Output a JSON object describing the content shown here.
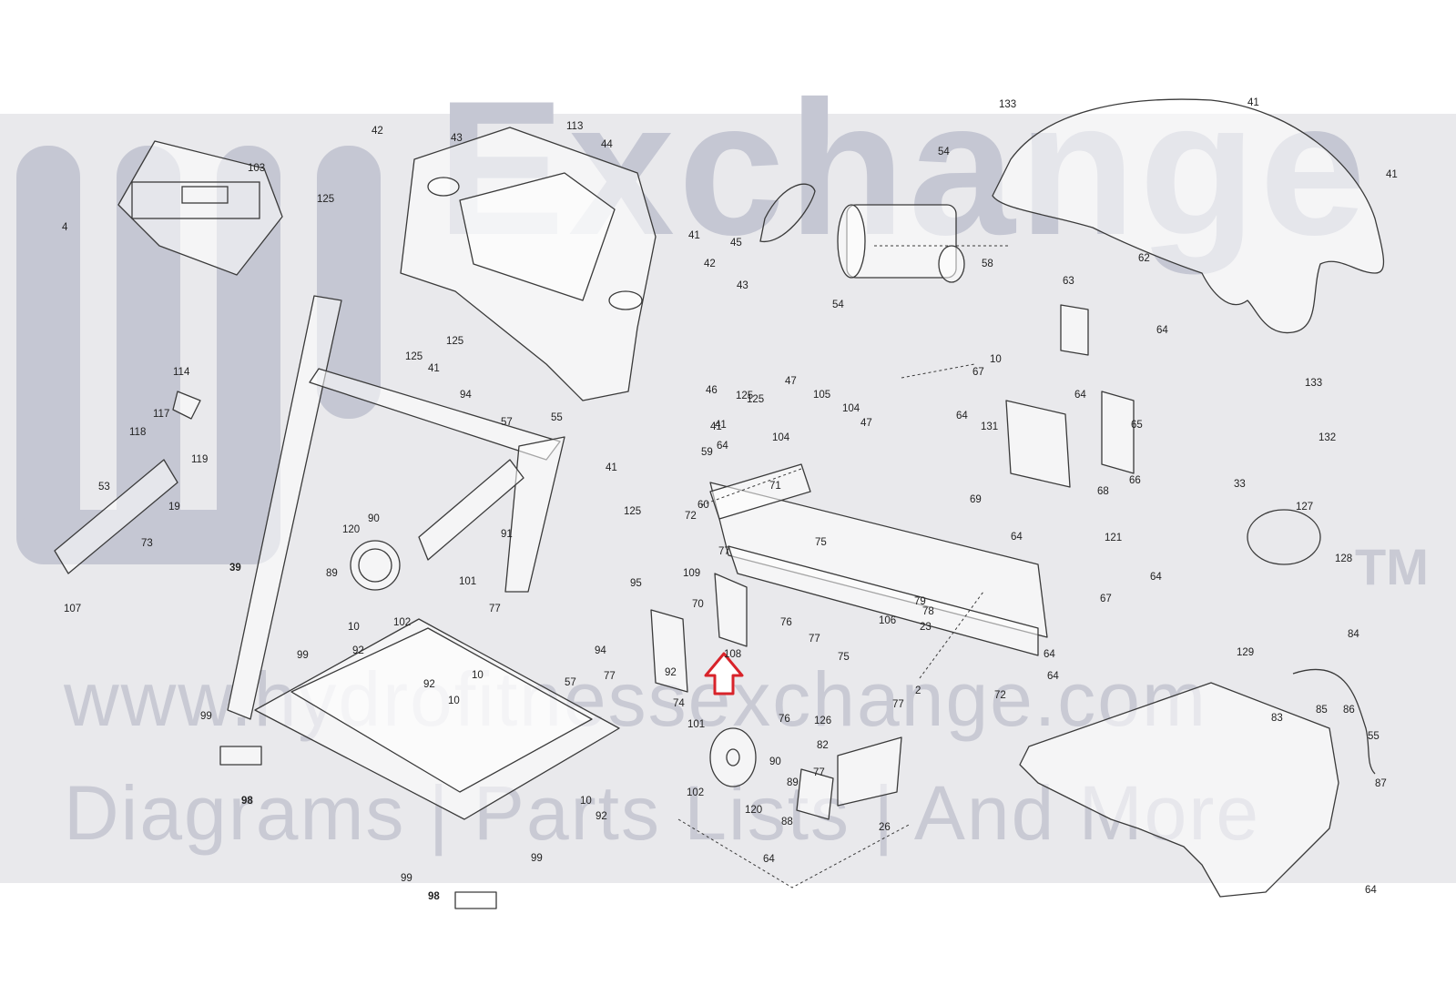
{
  "watermark": {
    "brand": "Hydro Fitness Exchange",
    "brand_display": "Exchange",
    "trademark": "TM",
    "url": "www.hydrofitnessexchange.com",
    "tagline": "Diagrams | Parts Lists | And More"
  },
  "highlight": {
    "color": "#d8232a",
    "points_to": "108"
  },
  "part_labels": [
    "4",
    "114",
    "103",
    "42",
    "43",
    "113",
    "44",
    "125",
    "125",
    "41",
    "125",
    "125",
    "41",
    "94",
    "57",
    "55",
    "46",
    "125",
    "41",
    "41",
    "125",
    "117",
    "118",
    "119",
    "53",
    "19",
    "73",
    "107",
    "39",
    "120",
    "89",
    "90",
    "102",
    "101",
    "91",
    "77",
    "99",
    "10",
    "92",
    "92",
    "10",
    "99",
    "98",
    "98",
    "99",
    "99",
    "10",
    "92",
    "57",
    "77",
    "94",
    "95",
    "70",
    "74",
    "108",
    "109",
    "77",
    "75",
    "76",
    "77",
    "75",
    "76",
    "71",
    "72",
    "59",
    "60",
    "64",
    "47",
    "105",
    "104",
    "104",
    "47",
    "54",
    "58",
    "45",
    "54",
    "41",
    "42",
    "43",
    "10",
    "67",
    "64",
    "131",
    "69",
    "63",
    "64",
    "62",
    "133",
    "133",
    "41",
    "41",
    "68",
    "64",
    "65",
    "66",
    "132",
    "33",
    "127",
    "121",
    "64",
    "64",
    "67",
    "128",
    "106",
    "79",
    "78",
    "23",
    "2",
    "77",
    "72",
    "64",
    "64",
    "129",
    "84",
    "83",
    "85",
    "86",
    "55",
    "87",
    "64",
    "126",
    "82",
    "77",
    "26",
    "88",
    "64",
    "90",
    "89",
    "120",
    "102",
    "101",
    "92",
    "10"
  ]
}
